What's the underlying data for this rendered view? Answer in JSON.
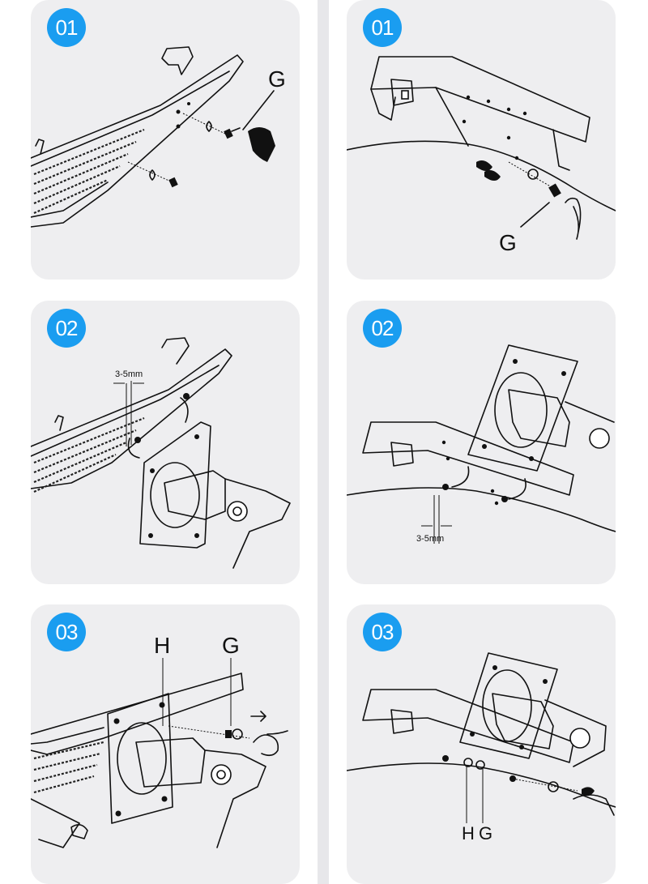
{
  "panels": [
    {
      "badge": "01",
      "labels": {
        "g": "G"
      }
    },
    {
      "badge": "01",
      "labels": {
        "g": "G"
      }
    },
    {
      "badge": "02",
      "labels": {
        "gap": "3-5mm"
      }
    },
    {
      "badge": "02",
      "labels": {
        "gap": "3-5mm"
      }
    },
    {
      "badge": "03",
      "labels": {
        "h": "H",
        "g": "G"
      }
    },
    {
      "badge": "03",
      "labels": {
        "h": "H",
        "g": "G"
      }
    }
  ],
  "colors": {
    "badge": "#1a9df0",
    "panel": "#eeeef0",
    "divider": "#e7e7ea"
  }
}
